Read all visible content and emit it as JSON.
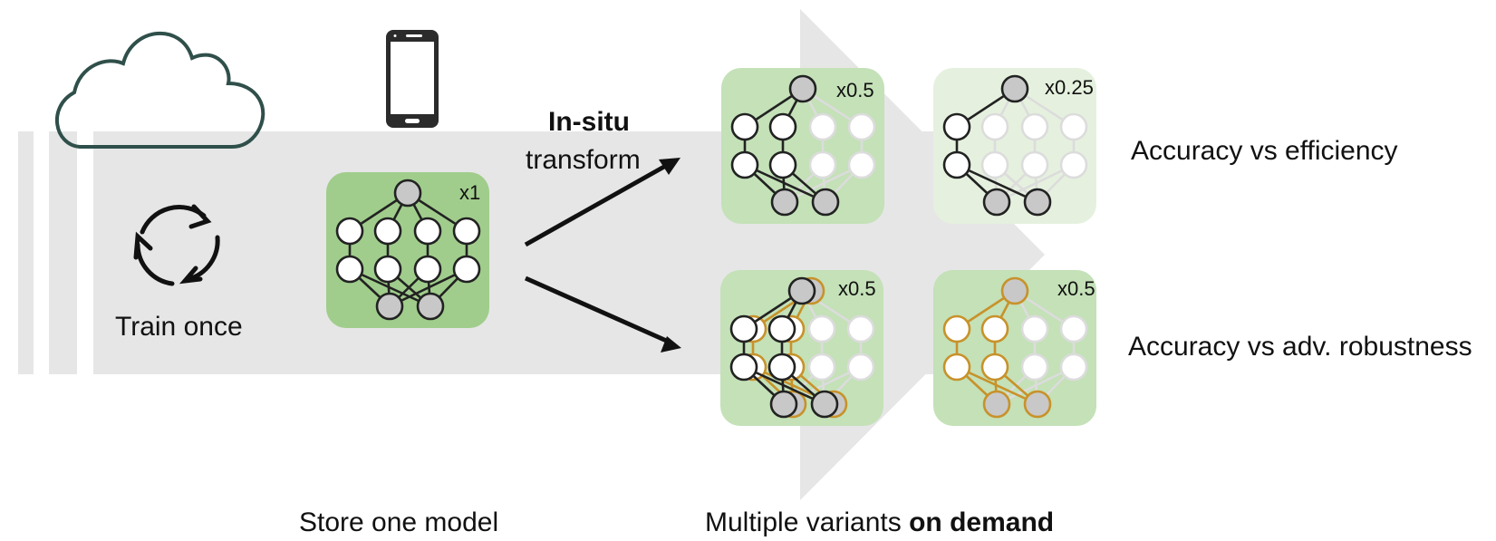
{
  "labels": {
    "train_once": "Train once",
    "insitu_bold": "In-situ",
    "insitu_rest": "transform",
    "store_one_model": "Store one model",
    "multiple_variants": "Multiple variants ",
    "on_demand": "on demand",
    "accuracy_efficiency": "Accuracy vs efficiency",
    "accuracy_robustness": "Accuracy vs adv. robustness"
  },
  "panels": {
    "source": {
      "scale": "x1"
    },
    "eff_half": {
      "scale": "x0.5"
    },
    "eff_quarter": {
      "scale": "x0.25"
    },
    "rob_half_a": {
      "scale": "x0.5"
    },
    "rob_half_b": {
      "scale": "x0.5"
    }
  },
  "colors": {
    "band": "#e6e6e6",
    "panel_green": "#a0cd8c",
    "panel_light": "#c4e1b8",
    "panel_pale": "#e5f1de",
    "node_gray": "#c8c8c8",
    "edge_dark": "#222222",
    "edge_faded": "#dcdcdc",
    "edge_gold": "#c8922a",
    "cloud_stroke": "#2f4f4a"
  },
  "icons": [
    "cloud-icon",
    "smartphone-icon",
    "cycle-arrows-icon"
  ]
}
